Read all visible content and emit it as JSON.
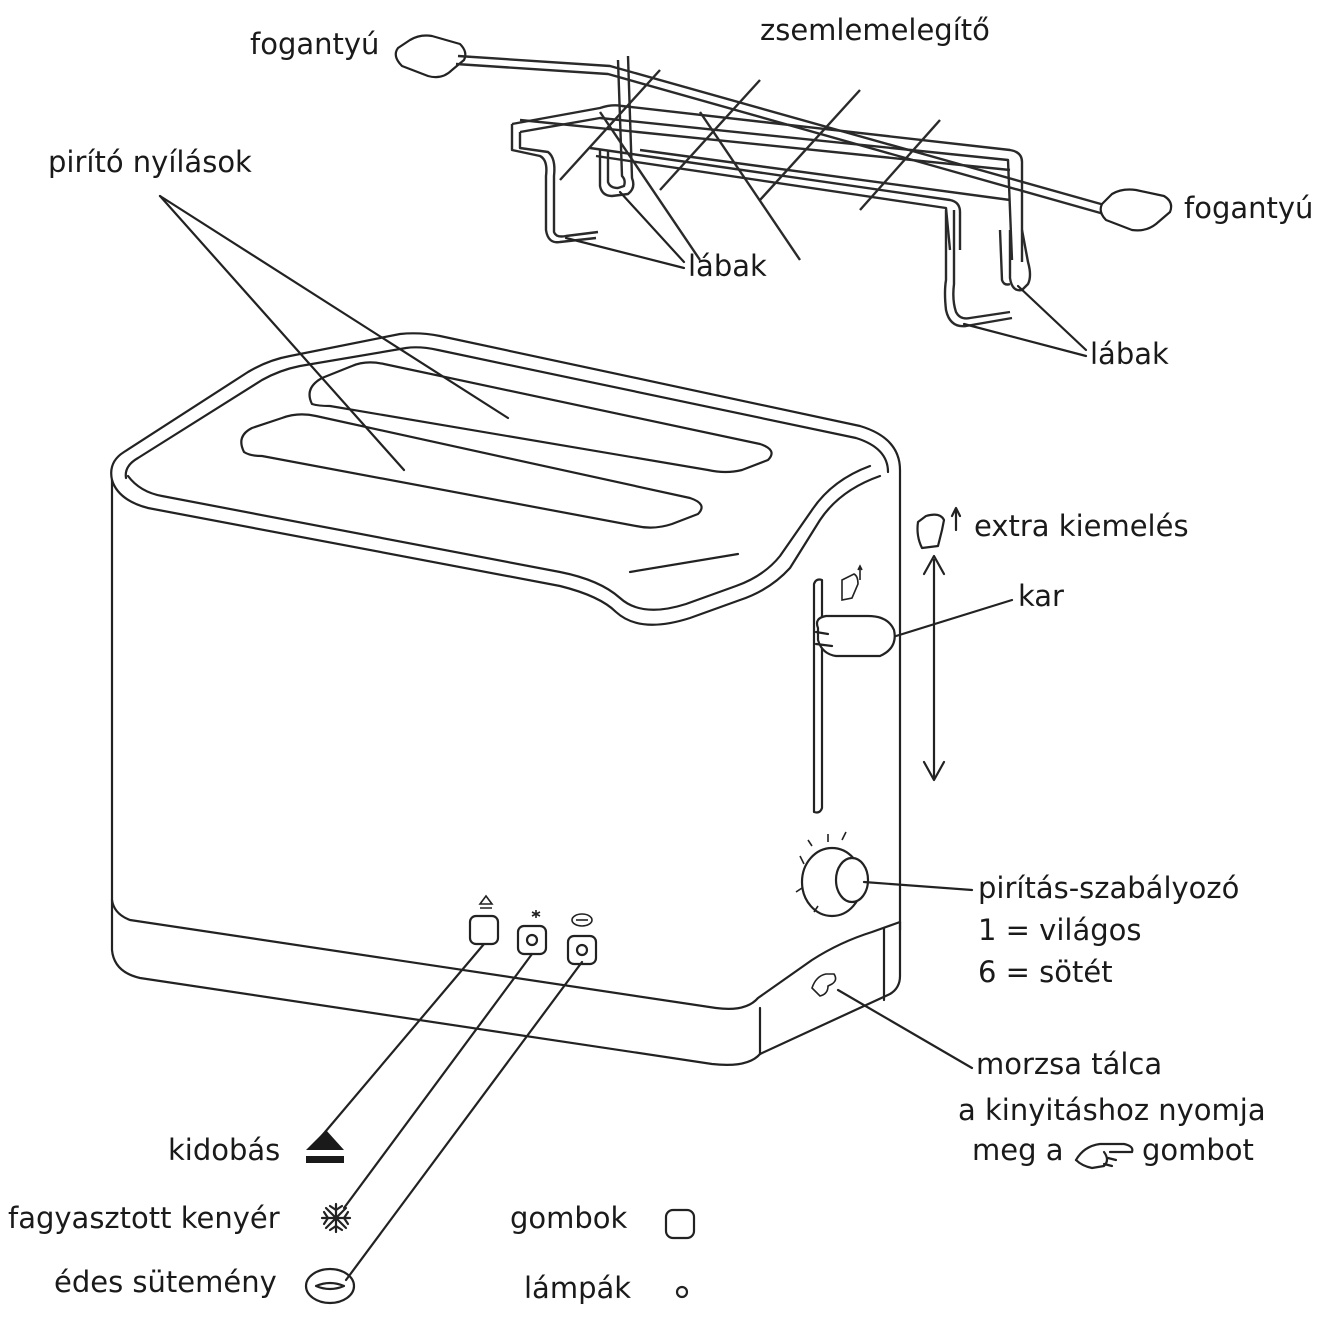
{
  "labels": {
    "handle_left": "fogantyú",
    "bun_warmer": "zsemlemelegítő",
    "handle_right": "fogantyú",
    "toaster_slots": "pirító nyílások",
    "legs_left": "lábak",
    "legs_right": "lábak",
    "extra_lift": "extra kiemelés",
    "lever": "kar",
    "browning_control": "pirítás-szabályozó",
    "browning_light": "1 = világos",
    "browning_dark": "6 = sötét",
    "crumb_tray": "morzsa tálca",
    "crumb_tray_note_1": "a kinyitáshoz nyomja",
    "crumb_tray_note_2_prefix": "meg a",
    "crumb_tray_note_2_suffix": "gombot",
    "eject": "kidobás",
    "frozen": "fagyasztott kenyér",
    "pastry": "édes sütemény",
    "buttons": "gombok",
    "lamps": "lámpák"
  },
  "icons": {
    "eject": "eject-icon",
    "frozen": "snowflake-icon",
    "pastry": "pastry-icon",
    "button": "rounded-square-icon",
    "lamp": "dot-icon",
    "hand": "pointing-hand-icon",
    "extra_lift": "toast-lift-icon"
  },
  "colors": {
    "ink": "#1a1a1a",
    "background": "#ffffff"
  }
}
